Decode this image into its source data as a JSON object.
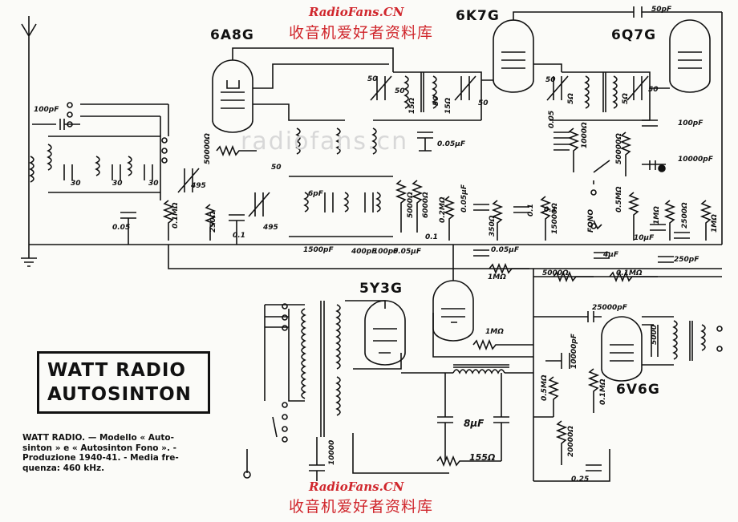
{
  "watermark": {
    "site": "RadioFans.CN",
    "chinese": "收音机爱好者资料库",
    "ghost": "radiofans.cn"
  },
  "tubes": [
    "6A8G",
    "6K7G",
    "6Q7G",
    "5Y3G",
    "6V6G"
  ],
  "values": [
    "100pF",
    "30",
    "30",
    "30",
    "50",
    "495",
    "0.05",
    "50000Ω",
    "0.1MΩ",
    "250Ω",
    "0.1",
    "495",
    "50",
    "15Ω",
    "50",
    "50",
    "15Ω",
    "50",
    "0.05μF",
    "5000Ω",
    "6000Ω",
    "0.2MΩ",
    "0.05μF",
    "350Ω",
    "0.1",
    "15000Ω",
    "0.1",
    "50",
    "5Ω",
    "0.05",
    "5Ω",
    "50",
    "1000Ω",
    "50pF",
    "50000Ω",
    "100pF",
    "10000pF",
    "0.5MΩ",
    "1MΩ",
    "2500Ω",
    "1MΩ",
    "10μF",
    "250pF",
    "4μF",
    "FONO",
    "1500pF",
    "400pF",
    "100pF",
    "0.05μF",
    "0.05μF",
    "1MΩ",
    "5000Ω",
    "0.1MΩ",
    "1MΩ",
    "25000pF",
    "5000",
    "10000pF",
    "0.5MΩ",
    "0.1MΩ",
    "20000Ω",
    "8μF",
    "155Ω",
    "10000",
    "0.25",
    "6pF",
    "0.1"
  ],
  "title_box": {
    "line1": "WATT RADIO",
    "line2": "AUTOSINTON"
  },
  "caption": [
    "WATT RADIO. — Modello « Auto-",
    "sinton » e « Autosinton Fono ». -",
    "Produzione 1940-41. - Media fre-",
    "quenza: 460 kHz."
  ]
}
